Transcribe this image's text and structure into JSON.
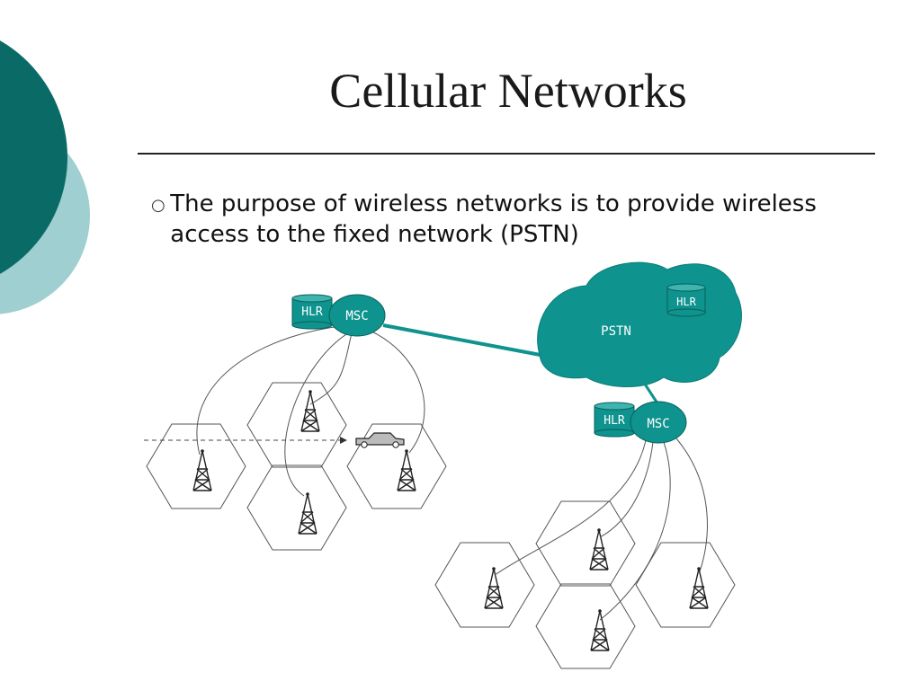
{
  "slide": {
    "title": "Cellular Networks",
    "bullet_marker": "○",
    "bullet_text": "The purpose of wireless networks is to provide wireless access to the fixed network (PSTN)"
  },
  "diagram": {
    "pstn_label": "PSTN",
    "pstn_hlr_label": "HLR",
    "left_msc_label": "MSC",
    "left_hlr_label": "HLR",
    "right_msc_label": "MSC",
    "right_hlr_label": "HLR"
  },
  "colors": {
    "teal_dark": "#0a6b66",
    "teal_light": "#9fcfd0",
    "node_fill": "#0e938e",
    "line": "#555555"
  }
}
